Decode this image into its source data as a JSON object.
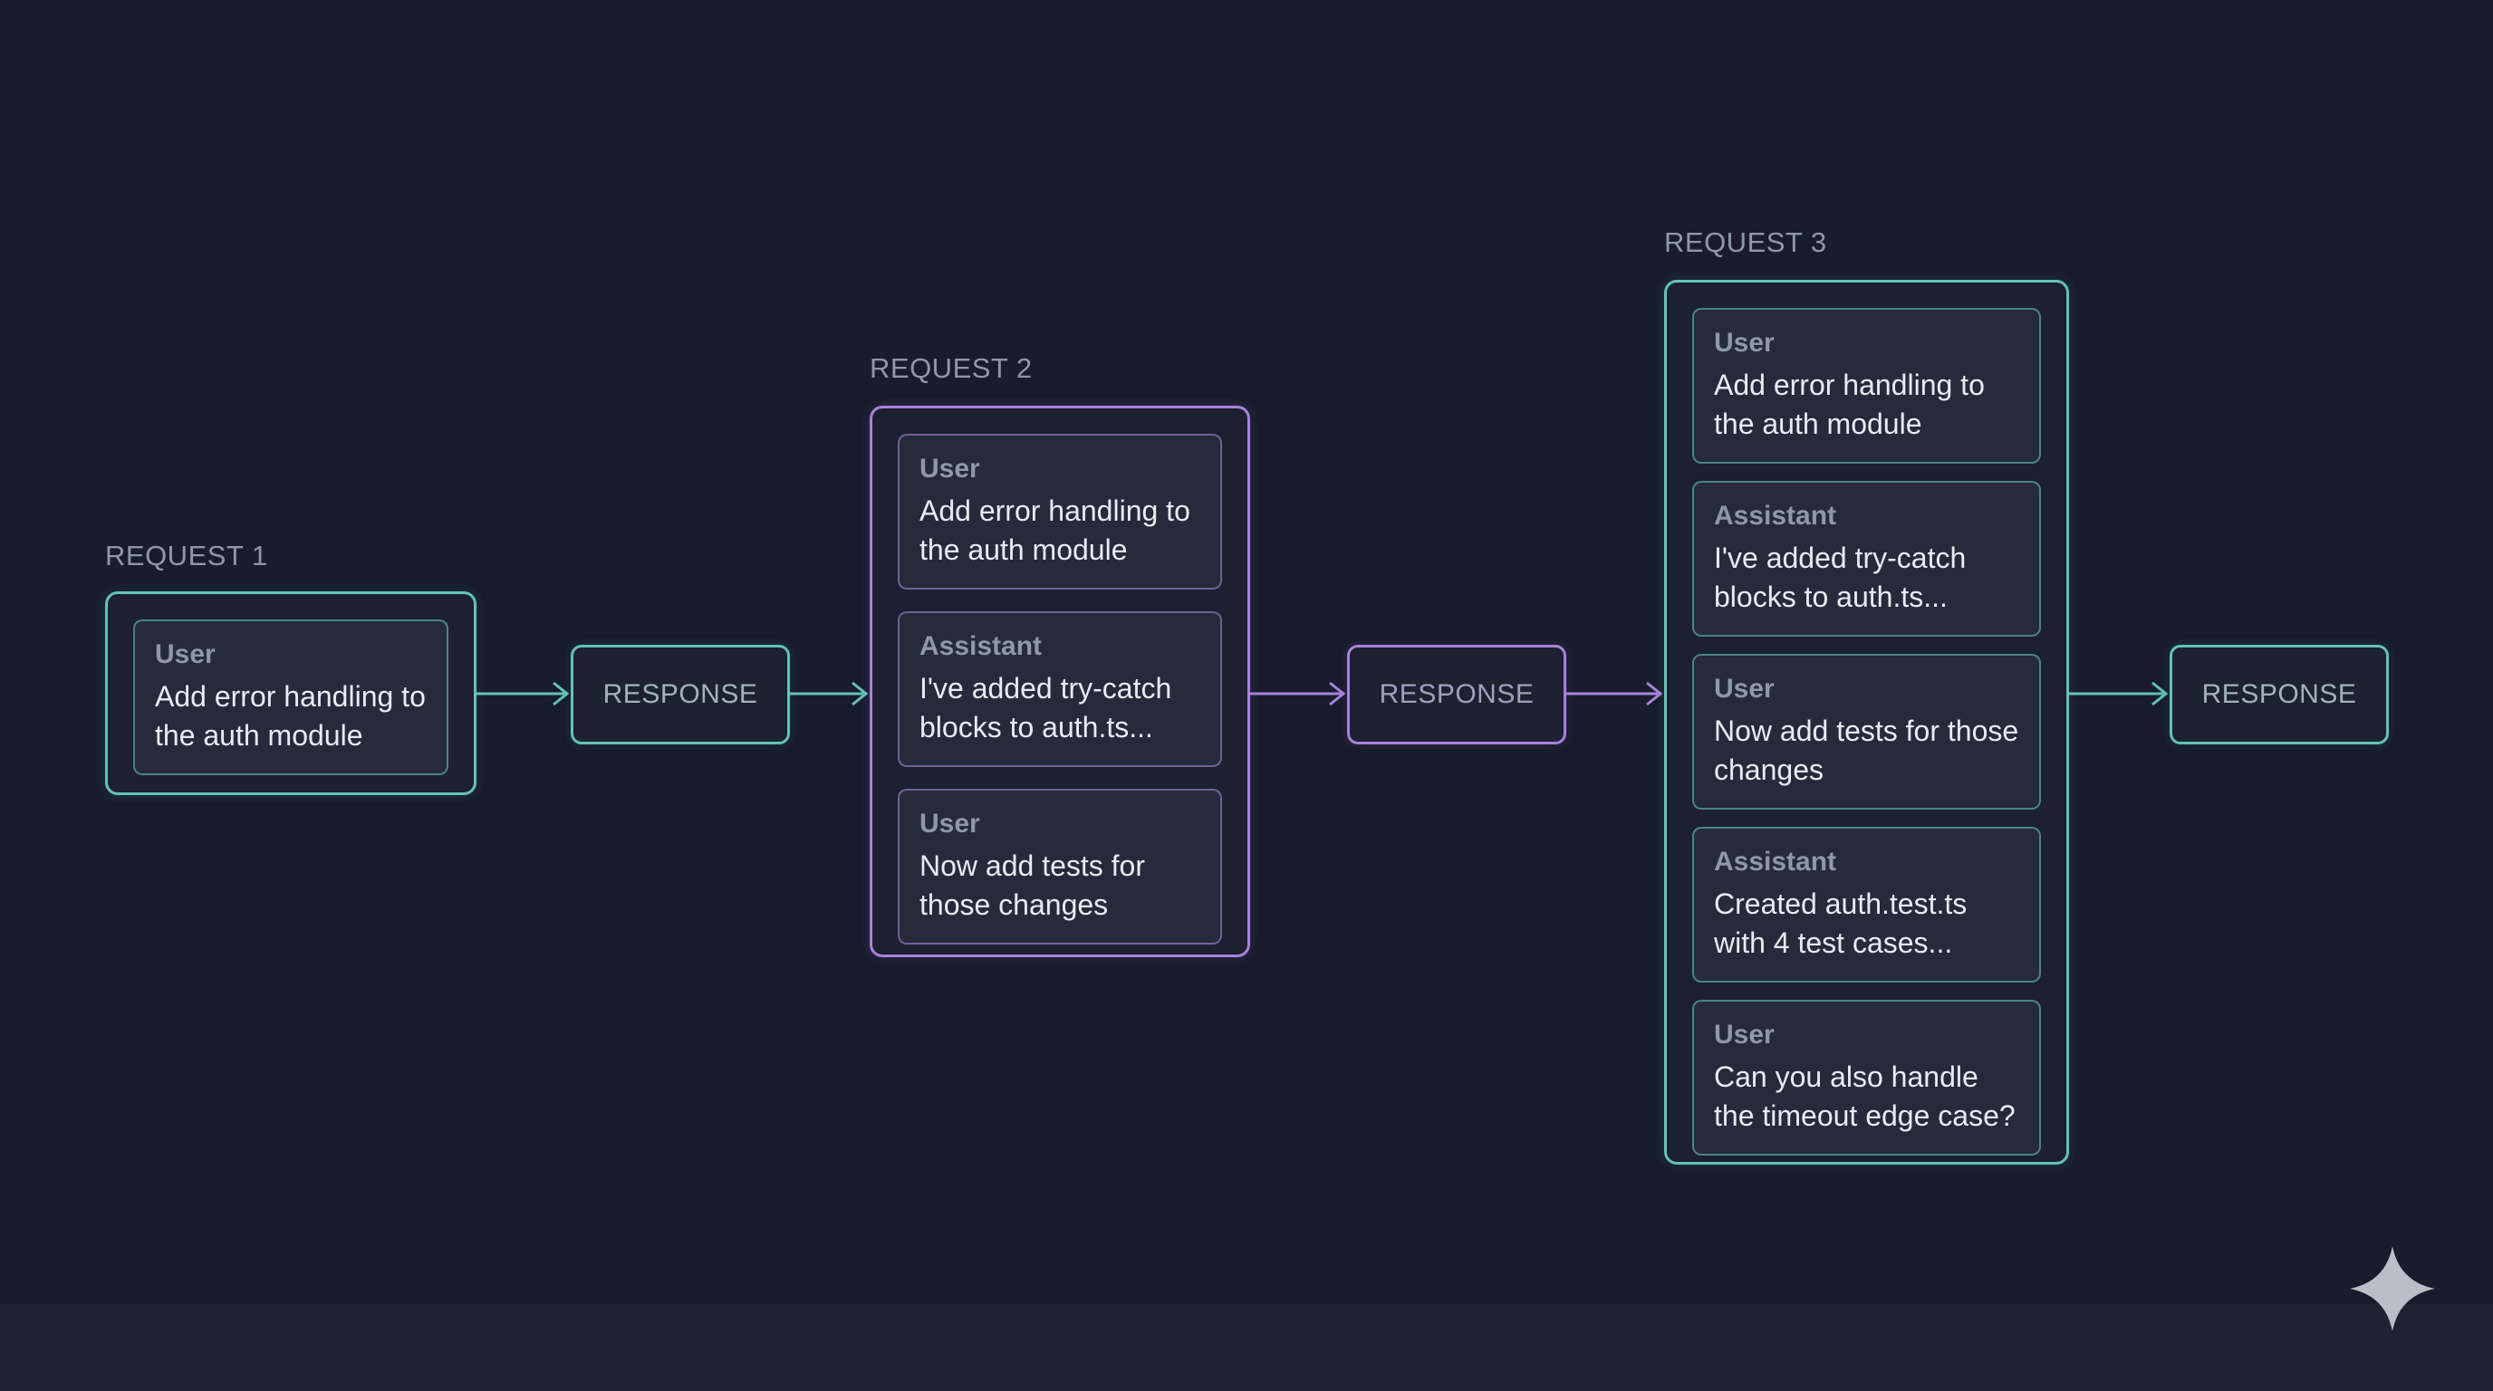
{
  "colors": {
    "background": "#181c2c",
    "teal": "#63c4b3",
    "purple": "#a982dc",
    "label_text": "#8f98aa",
    "role_text": "#8f98aa",
    "body_text": "#e8ebf2",
    "response_text_teal": "#a2b3b9",
    "response_text_purple": "#a39ec0",
    "logo": "#b9bec9"
  },
  "groups": [
    {
      "label": "REQUEST 1",
      "accent": "teal",
      "cards": [
        {
          "role": "User",
          "text": "Add error handling to the auth module"
        }
      ]
    },
    {
      "label": "REQUEST 2",
      "accent": "purple",
      "cards": [
        {
          "role": "User",
          "text": "Add error handling to the auth module"
        },
        {
          "role": "Assistant",
          "text": "I've added try-catch blocks to auth.ts..."
        },
        {
          "role": "User",
          "text": "Now add tests for those changes"
        }
      ]
    },
    {
      "label": "REQUEST 3",
      "accent": "teal",
      "cards": [
        {
          "role": "User",
          "text": "Add error handling to the auth module"
        },
        {
          "role": "Assistant",
          "text": "I've added try-catch blocks to auth.ts..."
        },
        {
          "role": "User",
          "text": "Now add tests for those changes"
        },
        {
          "role": "Assistant",
          "text": "Created auth.test.ts with 4 test cases..."
        },
        {
          "role": "User",
          "text": "Can you also handle the timeout edge case?"
        }
      ]
    }
  ],
  "responses": [
    {
      "label": "RESPONSE",
      "accent": "teal"
    },
    {
      "label": "RESPONSE",
      "accent": "purple"
    },
    {
      "label": "RESPONSE",
      "accent": "teal"
    }
  ],
  "footer": {
    "logo_icon": "sparkle-icon"
  }
}
